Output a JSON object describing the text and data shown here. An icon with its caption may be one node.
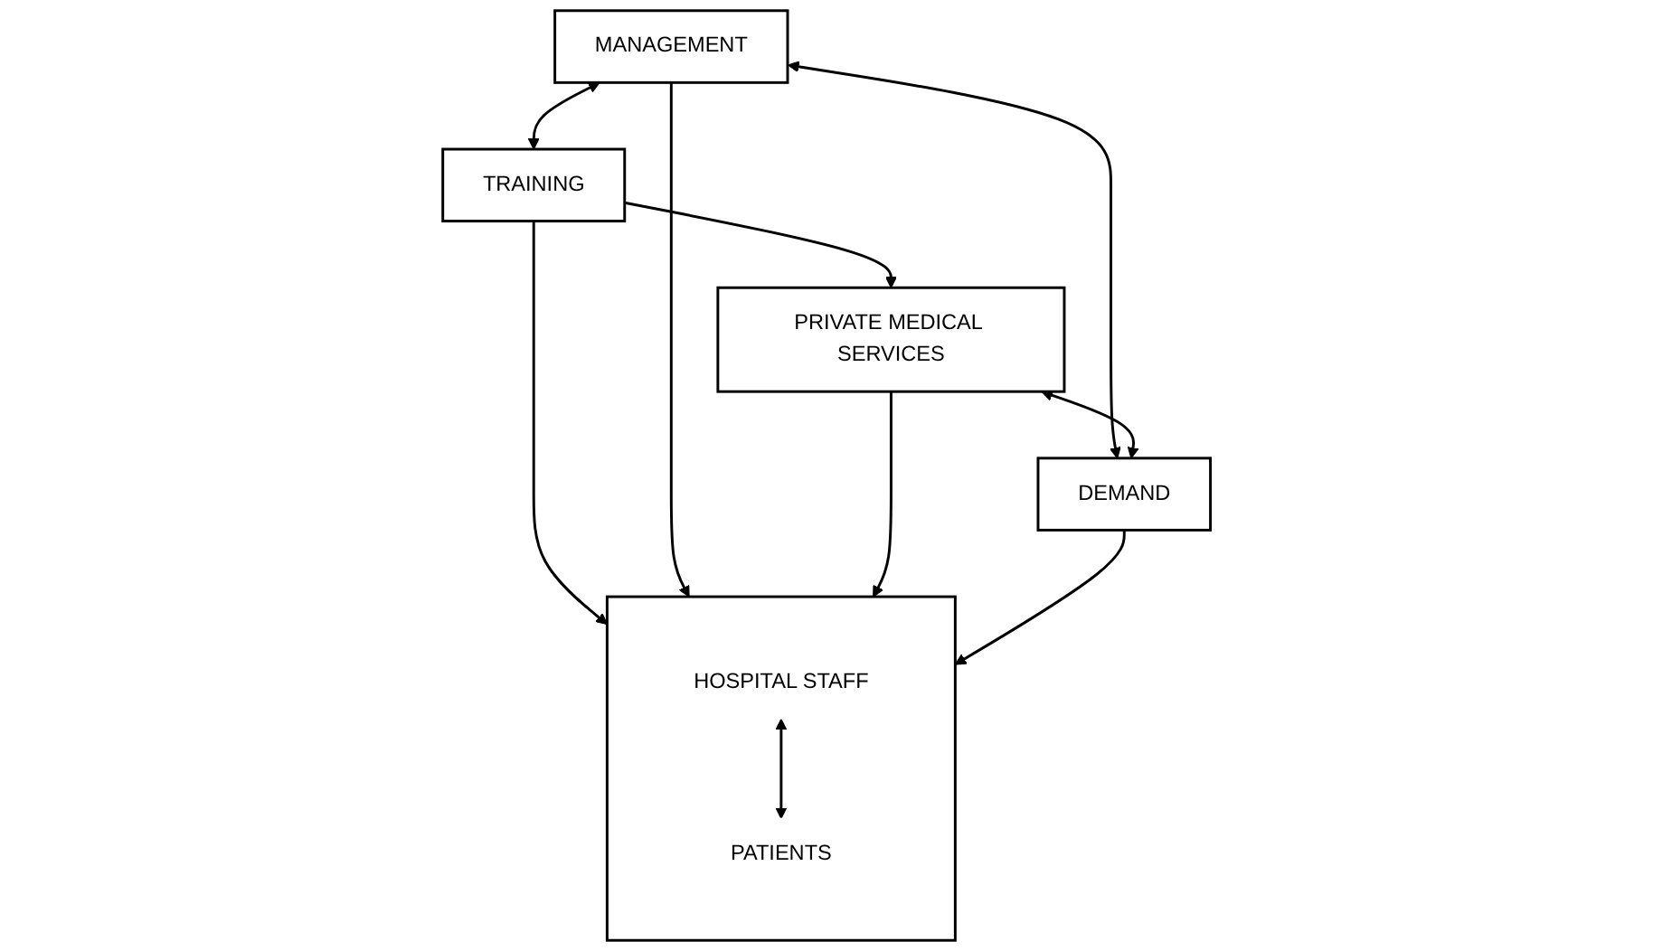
{
  "diagram": {
    "nodes": [
      {
        "text": [
          "TRAINING"
        ]
      },
      {
        "text": [
          "MANAGEMENT"
        ]
      },
      {
        "text": [],
        "shape": "box"
      },
      {
        "text": [
          "HOSPITAL STAFF"
        ],
        "in": 2
      },
      {
        "text": [
          "PATIENTS"
        ],
        "in": 2
      },
      {
        "text": [
          "PRIVATE MEDICAL SERVICES"
        ]
      },
      {
        "text": [
          "DEMAND"
        ]
      }
    ],
    "edges": [
      {
        "from": 1,
        "to": 0,
        "arrow": "both"
      },
      {
        "from": 0,
        "to": 5,
        "arrow": "to"
      },
      {
        "from": 0,
        "to": 2,
        "arrow": "to"
      },
      {
        "from": 1,
        "to": 2,
        "arrow": "to"
      },
      {
        "from": 5,
        "to": 2,
        "arrow": "to"
      },
      {
        "from": 3,
        "to": 4,
        "arrow": "both"
      },
      {
        "from": 6,
        "to": 2,
        "arrow": "to"
      },
      {
        "from": 1,
        "to": 6,
        "arrow": "both"
      },
      {
        "from": 5,
        "to": 6,
        "arrow": "both"
      }
    ]
  }
}
